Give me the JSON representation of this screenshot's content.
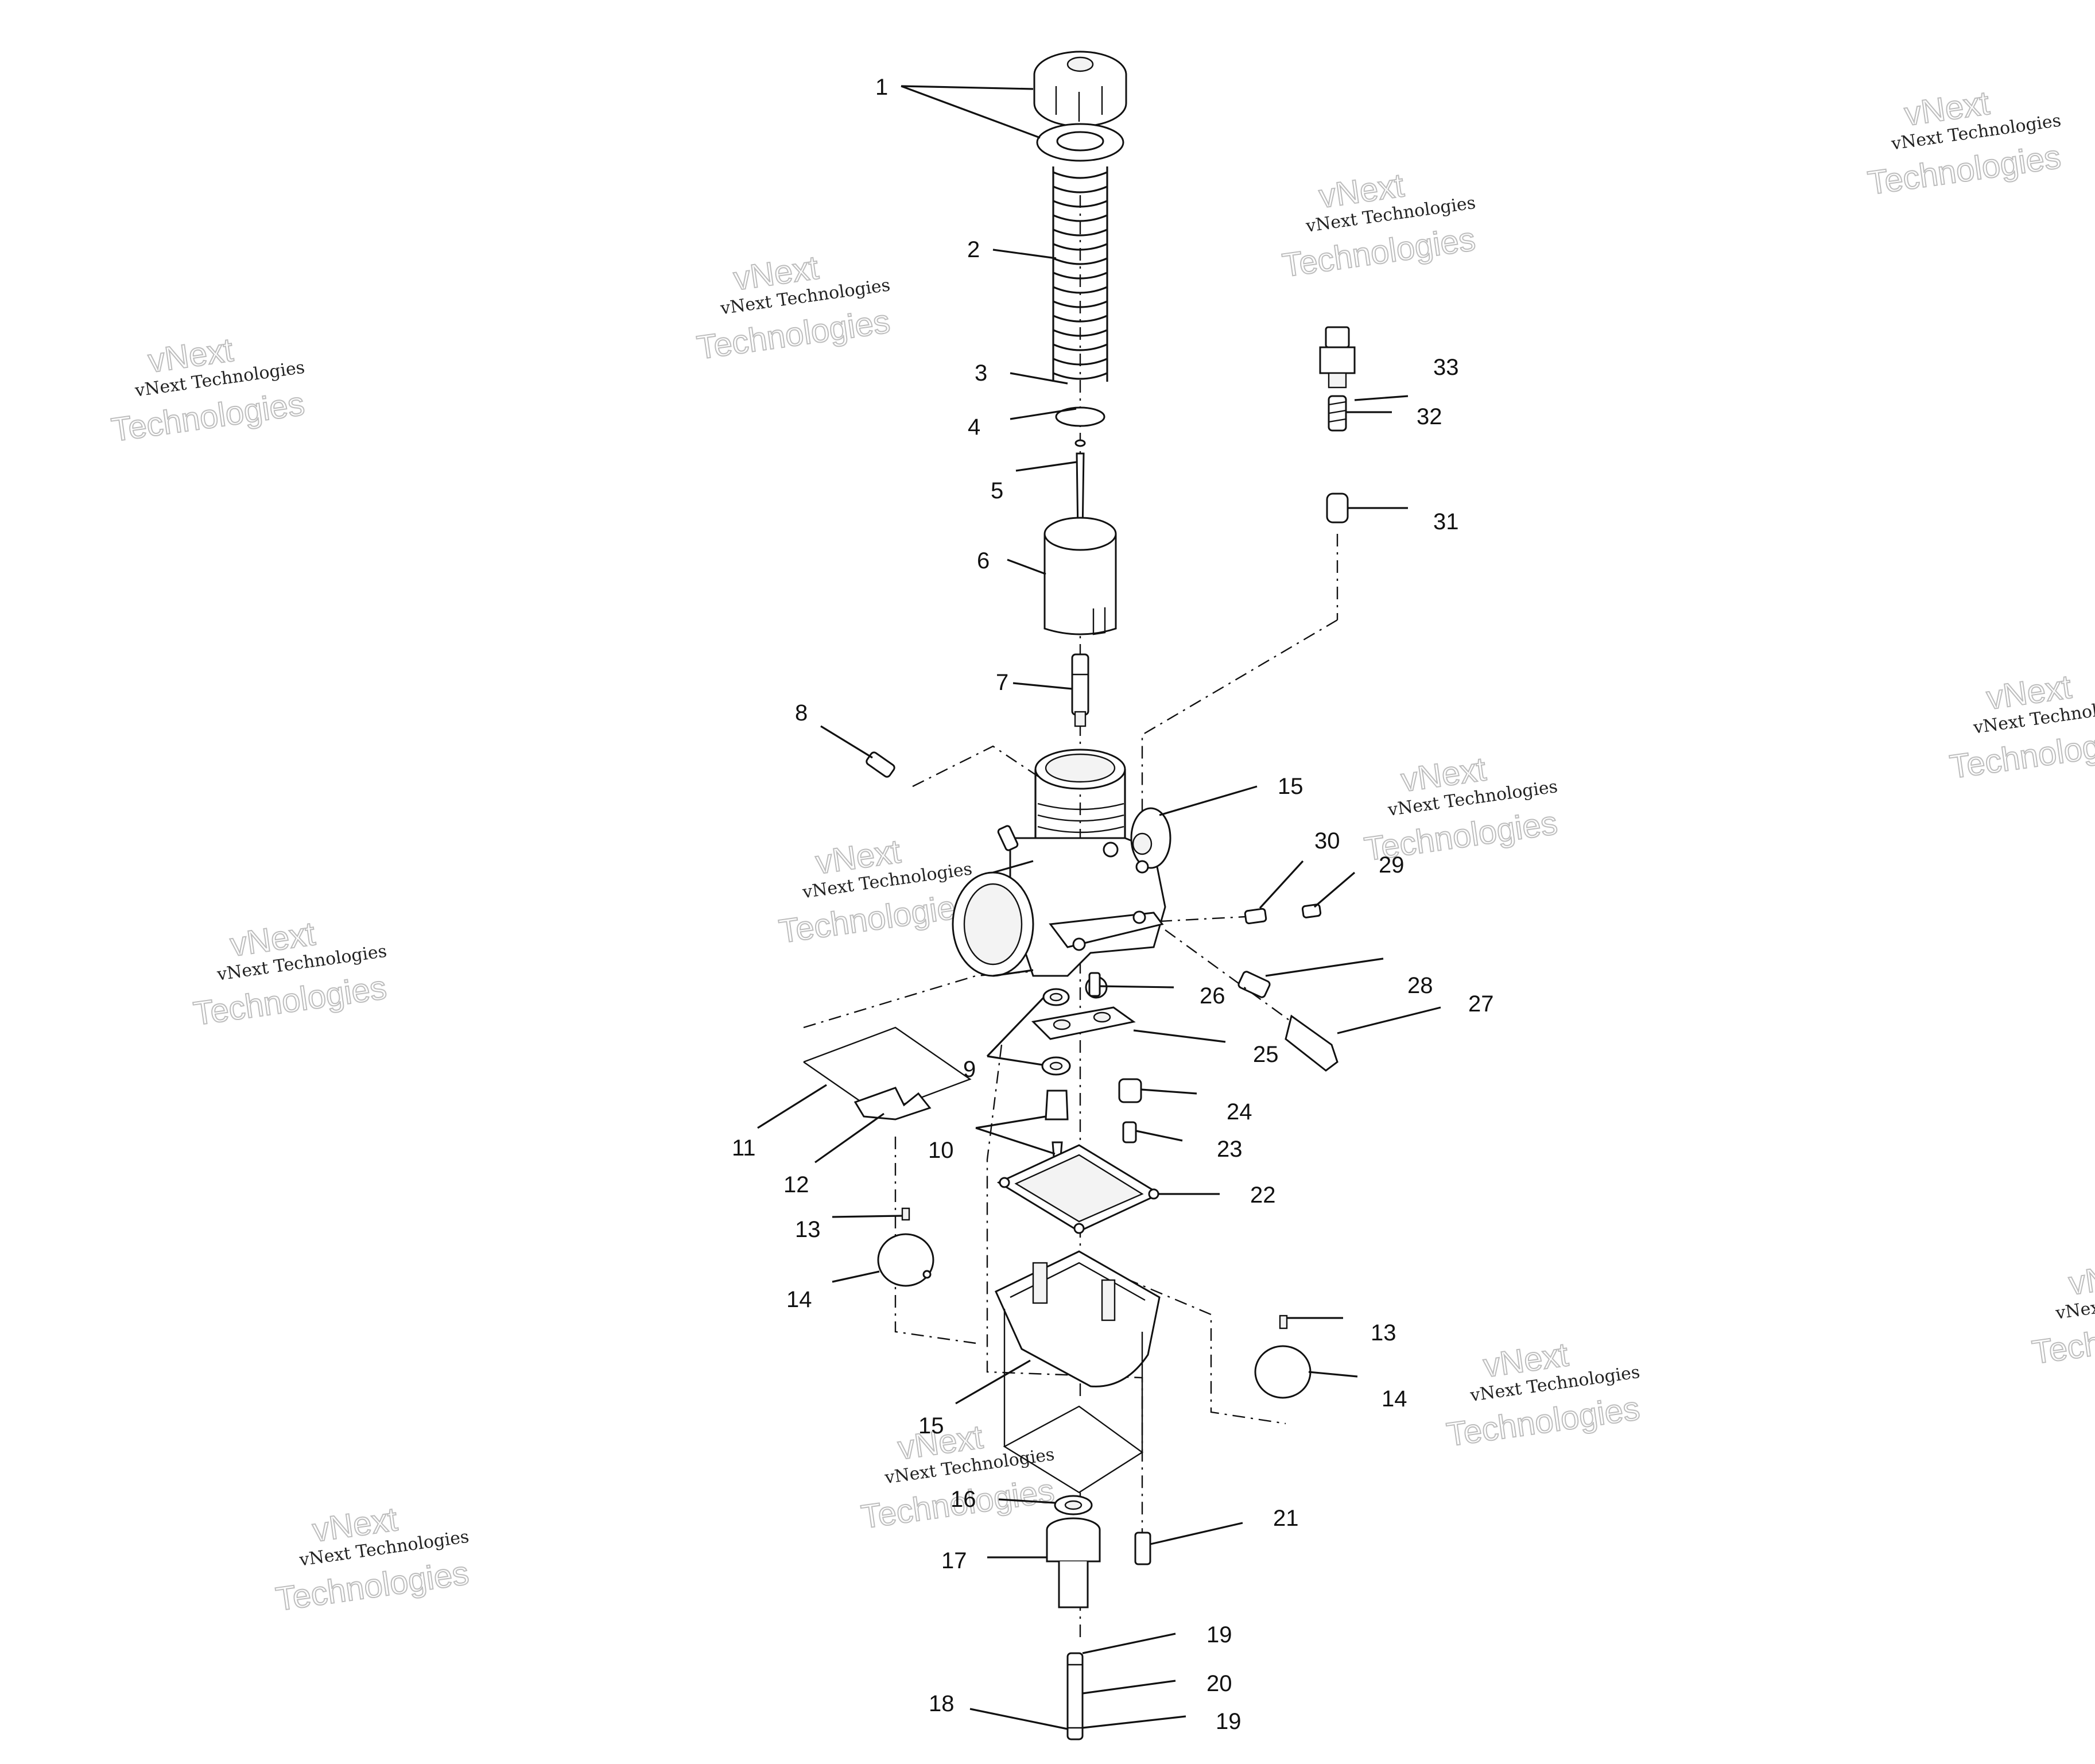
{
  "callouts": {
    "c1": "1",
    "c2": "2",
    "c3": "3",
    "c4": "4",
    "c5": "5",
    "c6": "6",
    "c7": "7",
    "c8": "8",
    "c9": "9",
    "c10": "10",
    "c11": "11",
    "c12": "12",
    "c13a": "13",
    "c14a": "14",
    "c13b": "13",
    "c14b": "14",
    "c15a": "15",
    "c15b": "15",
    "c16": "16",
    "c17": "17",
    "c18": "18",
    "c19a": "19",
    "c20": "20",
    "c19b": "19",
    "c21": "21",
    "c22": "22",
    "c23": "23",
    "c24": "24",
    "c25": "25",
    "c26": "26",
    "c27": "27",
    "c28": "28",
    "c29": "29",
    "c30": "30",
    "c31": "31",
    "c32": "32",
    "c33": "33"
  },
  "watermark": {
    "line1": "vNext Technologies",
    "line2": "vNext",
    "line3": "Technologies"
  }
}
